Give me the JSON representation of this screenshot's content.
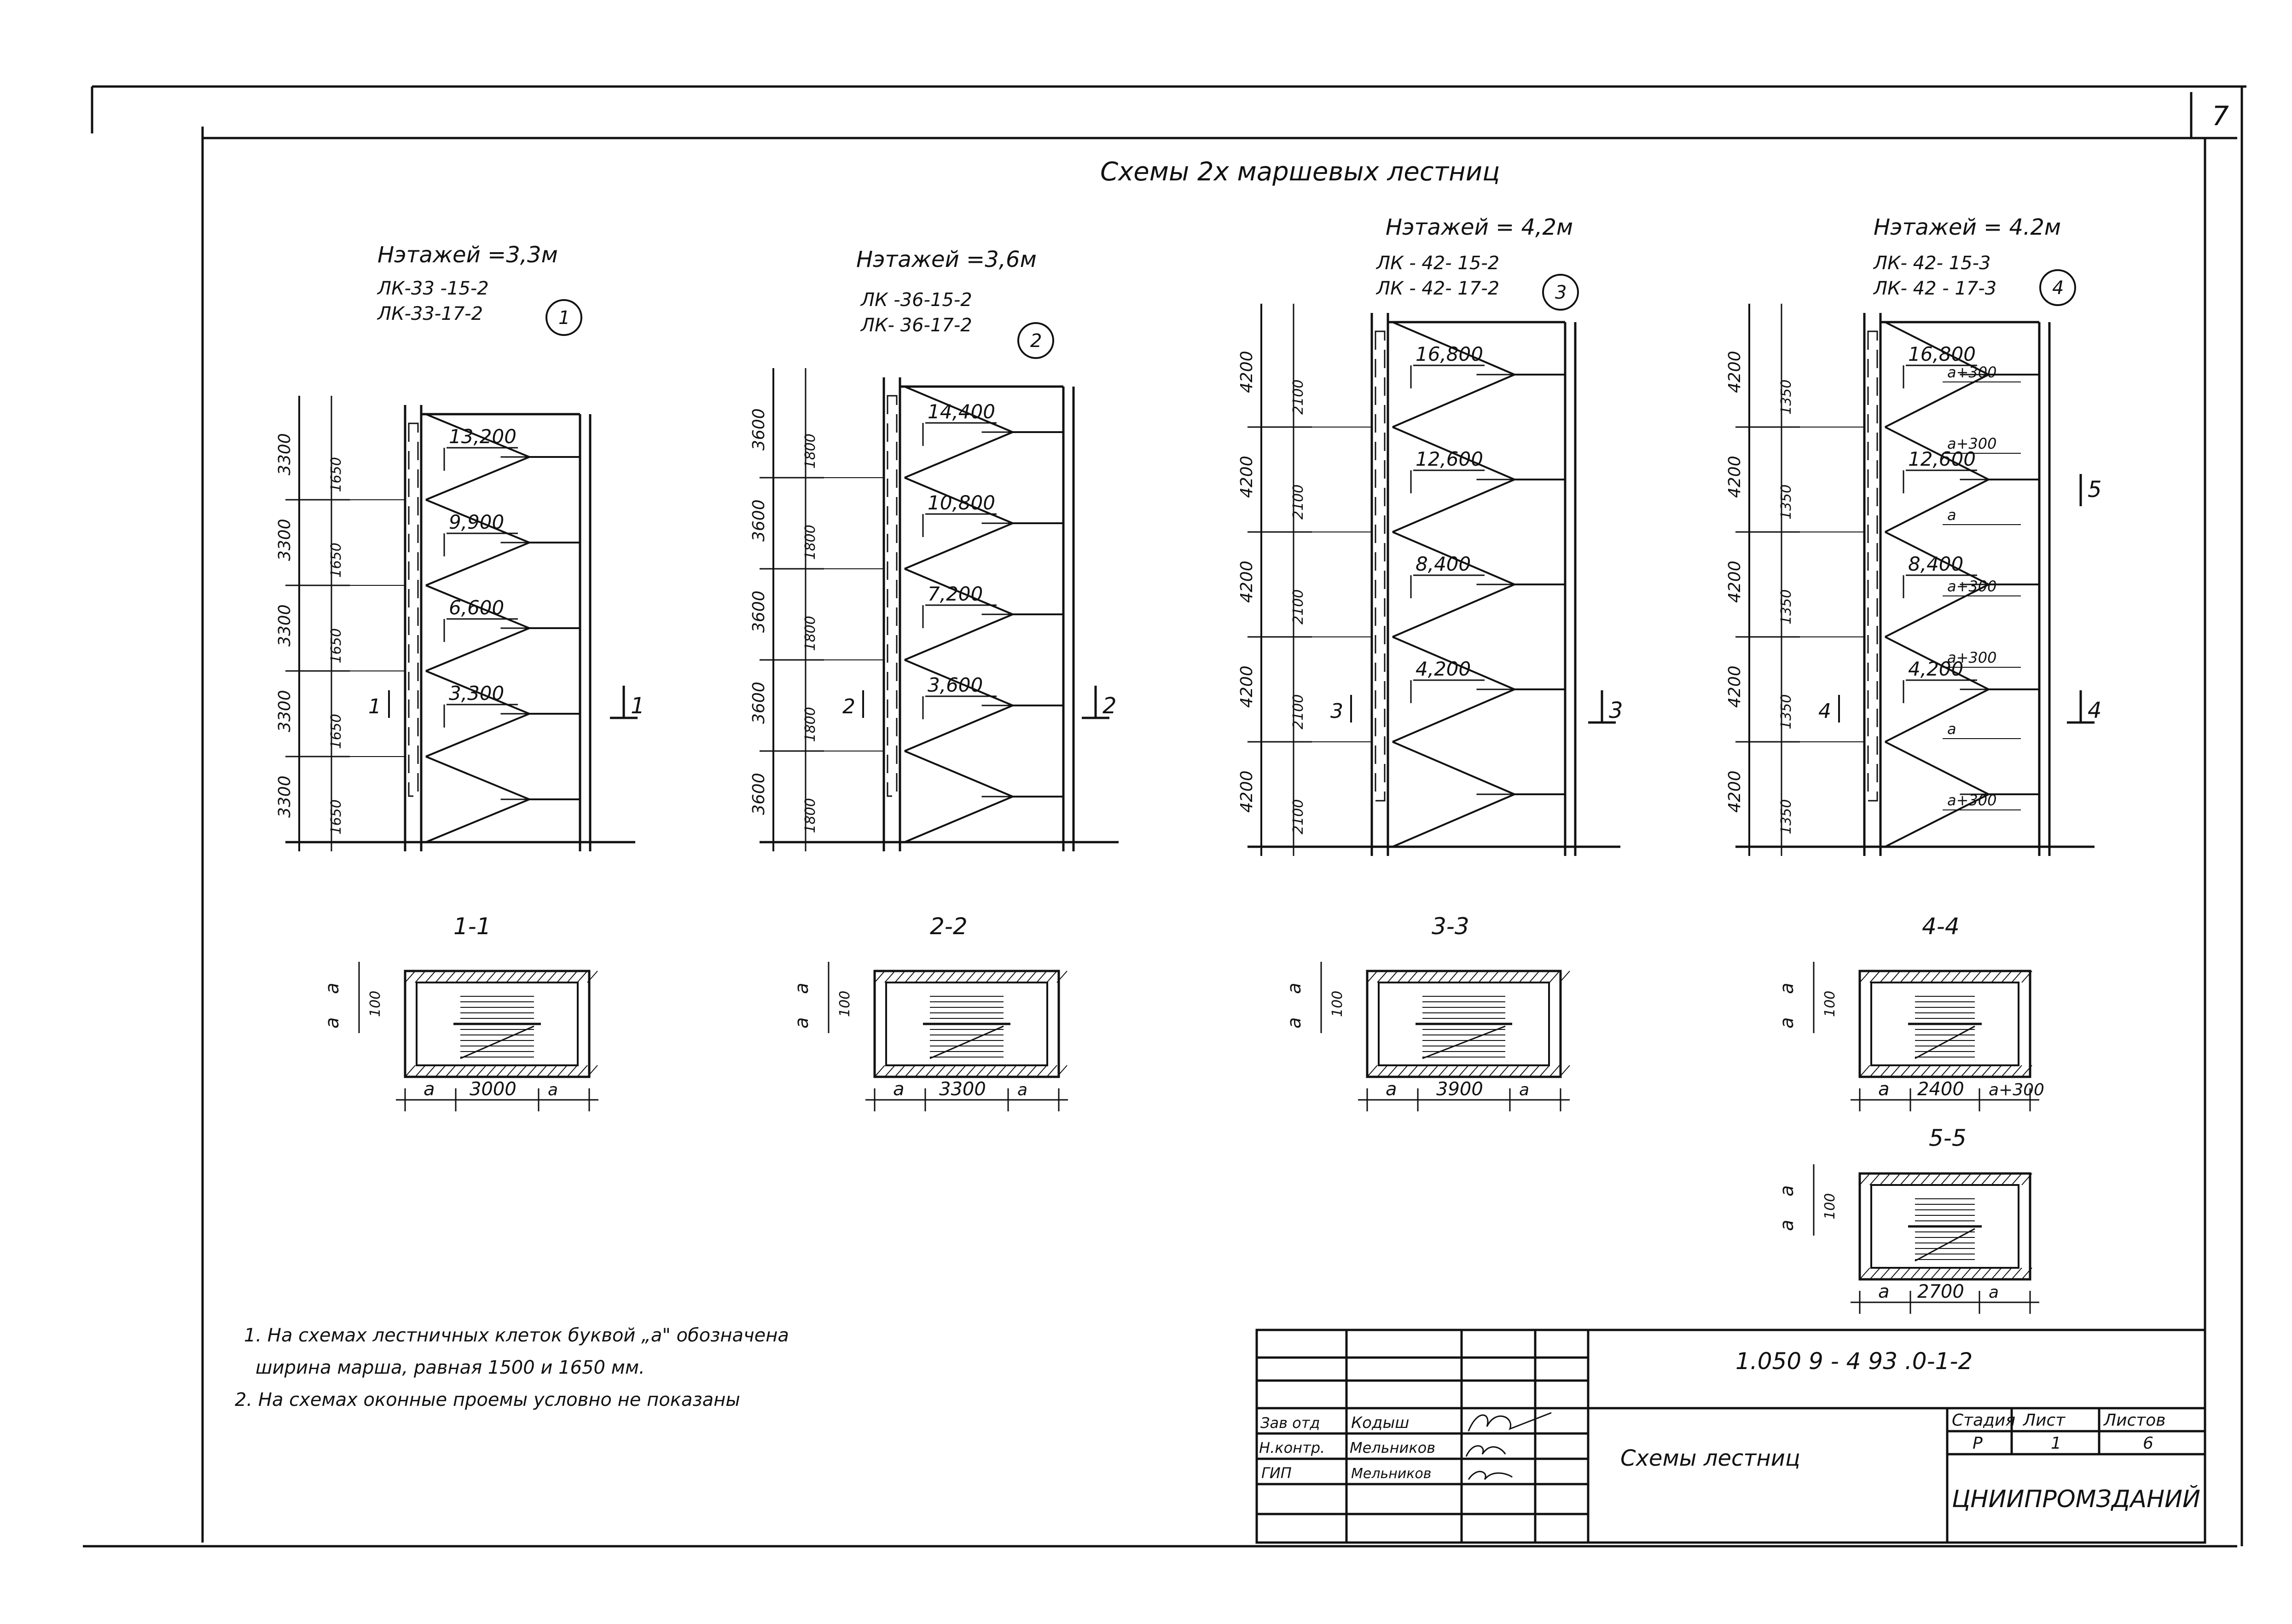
{
  "sheet_number": "7",
  "title": "Схемы 2х маршевых лестниц",
  "schemes": [
    {
      "floor_height": "Нэтажей =3,3м",
      "codes": [
        "ЛК-33 -15-2",
        "ЛК-33-17-2"
      ],
      "number": "1",
      "marks": [
        "13,200",
        "9,900",
        "6,600",
        "3,300"
      ],
      "storey_dims": [
        "3300",
        "3300",
        "3300",
        "3300",
        "3300"
      ],
      "flight_dims": [
        "1650",
        "1650",
        "1650",
        "1650",
        "1650"
      ],
      "cut_label": "1",
      "section_label": "1-1",
      "plan_dims": [
        "a",
        "3000",
        "a"
      ],
      "plan_side_dims": [
        "a",
        "a",
        "100"
      ]
    },
    {
      "floor_height": "Нэтажей =3,6м",
      "codes": [
        "ЛК -36-15-2",
        "ЛК- 36-17-2"
      ],
      "number": "2",
      "marks": [
        "14,400",
        "10,800",
        "7,200",
        "3,600"
      ],
      "storey_dims": [
        "3600",
        "3600",
        "3600",
        "3600",
        "3600"
      ],
      "flight_dims": [
        "1800",
        "1800",
        "1800",
        "1800",
        "1800"
      ],
      "cut_label": "2",
      "section_label": "2-2",
      "plan_dims": [
        "a",
        "3300",
        "a"
      ],
      "plan_side_dims": [
        "a",
        "a",
        "100"
      ]
    },
    {
      "floor_height": "Нэтажей = 4,2м",
      "codes": [
        "ЛК - 42- 15-2",
        "ЛК - 42- 17-2"
      ],
      "number": "3",
      "marks": [
        "16,800",
        "12,600",
        "8,400",
        "4,200"
      ],
      "storey_dims": [
        "4200",
        "4200",
        "4200",
        "4200",
        "4200"
      ],
      "flight_dims": [
        "2100",
        "2100",
        "2100",
        "2100",
        "2100"
      ],
      "cut_label": "3",
      "section_label": "3-3",
      "plan_dims": [
        "a",
        "3900",
        "a"
      ],
      "plan_side_dims": [
        "a",
        "a",
        "100"
      ]
    },
    {
      "floor_height": "Нэтажей = 4.2м",
      "codes": [
        "ЛК- 42- 15-3",
        "ЛК- 42 - 17-3"
      ],
      "number": "4",
      "marks": [
        "16,800",
        "12,600",
        "8,400",
        "4,200"
      ],
      "landing_notes": [
        "a+300",
        "a+300",
        "a",
        "a+300",
        "a+300",
        "a",
        "a+300"
      ],
      "storey_dims": [
        "4200",
        "4200",
        "4200",
        "4200",
        "4200"
      ],
      "flight_dims": [
        "1350",
        "1350",
        "1350",
        "1350",
        "1350"
      ],
      "cut_label": "4",
      "cut_label_2": "5",
      "section_label": "4-4",
      "plan_dims": [
        "a",
        "2400",
        "a+300"
      ],
      "plan_side_dims": [
        "a",
        "a",
        "100"
      ]
    }
  ],
  "extra_plan": {
    "section_label": "5-5",
    "plan_dims": [
      "a",
      "2700",
      "a"
    ],
    "plan_side_dims": [
      "a",
      "a",
      "100"
    ]
  },
  "notes": [
    "1. На схемах лестничных клеток буквой „а\" обозначена",
    "ширина марша, равная 1500 и 1650 мм.",
    "2. На схемах оконные проемы условно не показаны"
  ],
  "title_block": {
    "code": "1.050 9 - 4 93 .0-1-2",
    "sheet_name": "Схемы лестниц",
    "rows": [
      {
        "role": "Зав отд",
        "name": "Кодыш"
      },
      {
        "role": "Н.контр.",
        "name": "Мельников"
      },
      {
        "role": "ГИП",
        "name": "Мельников"
      }
    ],
    "stage_header": "Стадия",
    "sheet_header": "Лист",
    "sheets_header": "Листов",
    "stage": "Р",
    "sheet": "1",
    "sheets": "6",
    "organization": "ЦНИИПРОМЗДАНИЙ"
  }
}
